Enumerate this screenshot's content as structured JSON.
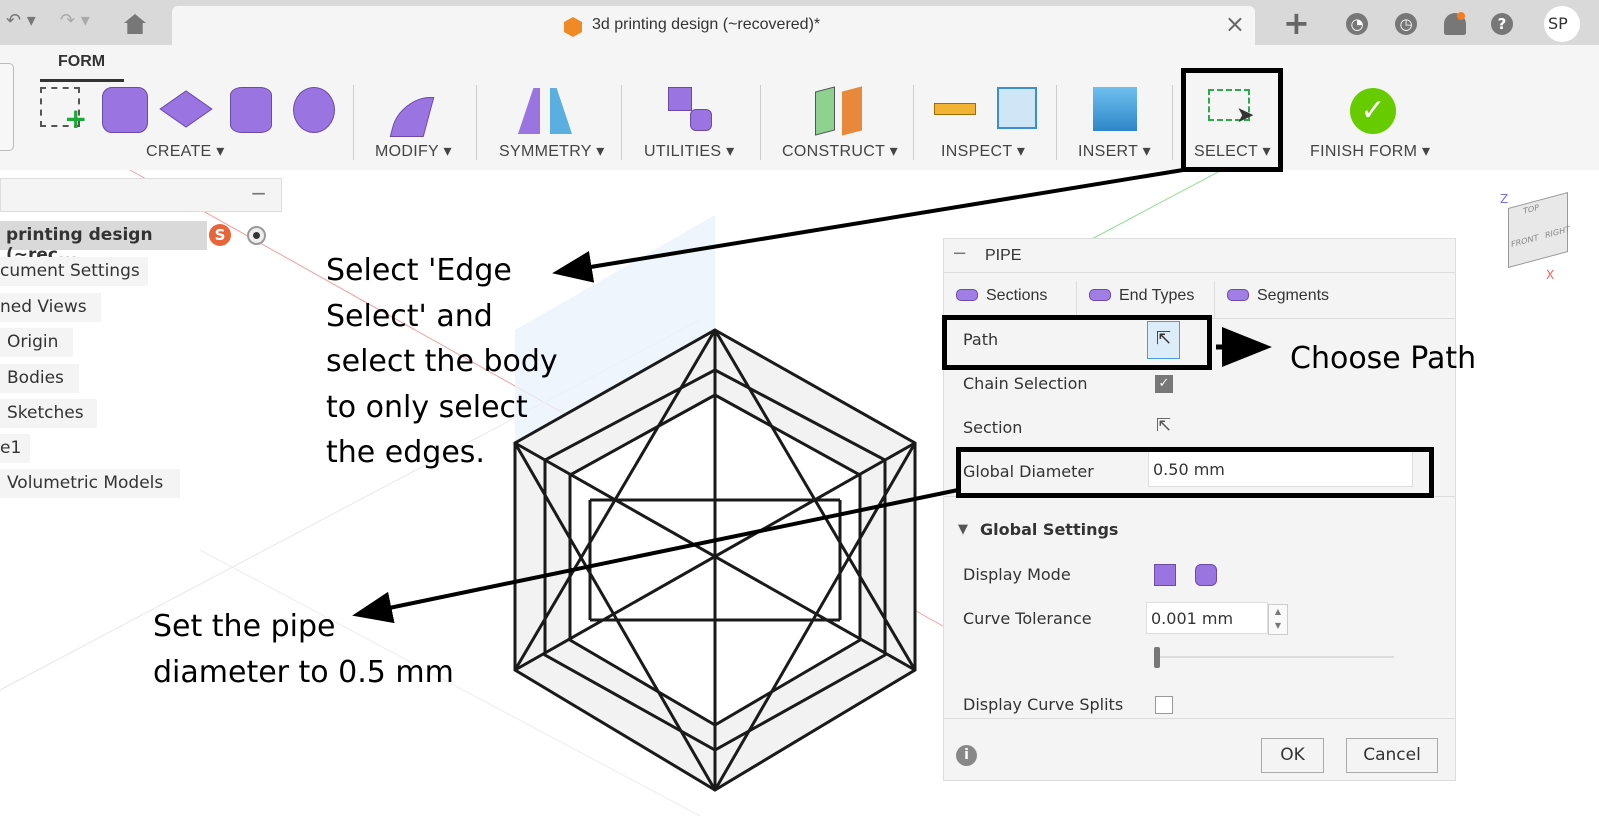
{
  "titlebar": {
    "doc_title": "3d printing design (~recovered)*",
    "close": "×",
    "new_tab": "+",
    "help": "?",
    "user_initials": "SP"
  },
  "toolbar": {
    "workspace_tab": "FORM",
    "groups": [
      {
        "label": "CREATE"
      },
      {
        "label": "MODIFY"
      },
      {
        "label": "SYMMETRY"
      },
      {
        "label": "UTILITIES"
      },
      {
        "label": "CONSTRUCT"
      },
      {
        "label": "INSPECT"
      },
      {
        "label": "INSERT"
      },
      {
        "label": "SELECT"
      },
      {
        "label": "FINISH FORM"
      }
    ],
    "dropdown_glyph": "▾"
  },
  "browser": {
    "collapse": "−",
    "root": "printing design (~rec...",
    "root_badge": "S",
    "items": [
      "cument Settings",
      "ned Views",
      "Origin",
      "Bodies",
      "Sketches",
      "e1",
      "Volumetric Models"
    ]
  },
  "viewcube": {
    "axis_z": "Z",
    "axis_x": "X",
    "top": "TOP",
    "front": "FRONT",
    "right": "RIGHT"
  },
  "pipe": {
    "title": "PIPE",
    "collapse": "−",
    "tabs": [
      "Sections",
      "End Types",
      "Segments"
    ],
    "path_label": "Path",
    "chain_label": "Chain Selection",
    "chain_checked": true,
    "section_label": "Section",
    "diameter_label": "Global Diameter",
    "diameter_value": "0.50 mm",
    "global_settings": "Global Settings",
    "display_mode_label": "Display Mode",
    "tolerance_label": "Curve Tolerance",
    "tolerance_value": "0.001 mm",
    "tolerance_slider": 0,
    "splits_label": "Display Curve Splits",
    "splits_checked": false,
    "info": "i",
    "ok": "OK",
    "cancel": "Cancel"
  },
  "annotations": {
    "select_note": [
      "Select 'Edge",
      "Select' and",
      "select the body",
      "to only select",
      "the edges."
    ],
    "path_note": "Choose Path",
    "diameter_note": [
      "Set the pipe",
      "diameter to 0.5 mm"
    ]
  },
  "colors": {
    "accent_purple": "#9a74e0",
    "finish_green": "#66cc00",
    "select_green": "#2ea84a"
  }
}
